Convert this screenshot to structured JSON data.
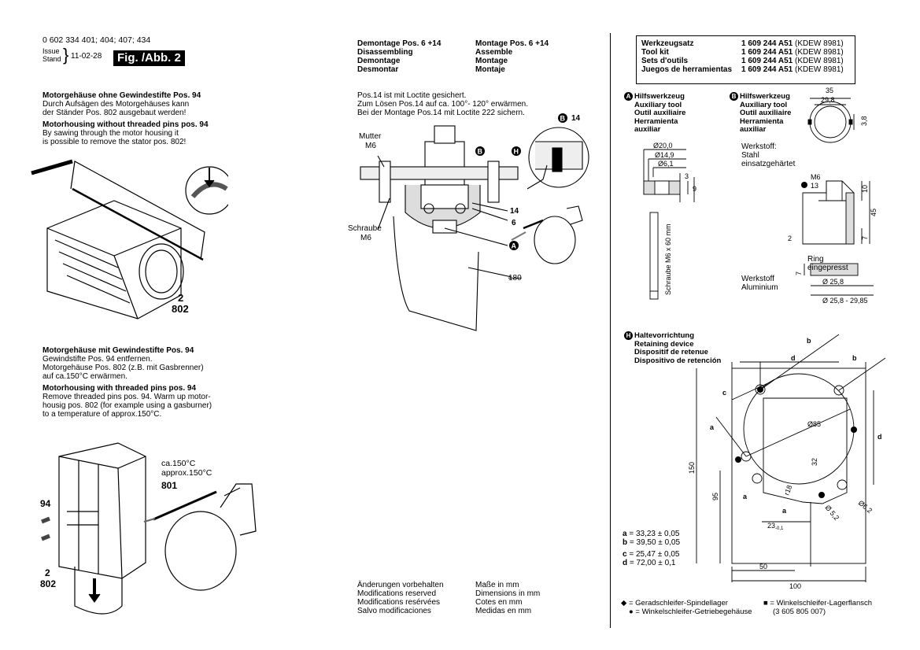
{
  "header": {
    "part_numbers": "0 602 334 401; 404; 407; 434",
    "issue_label": "Issue",
    "stand_label": "Stand",
    "date": "11-02-28",
    "figure": "Fig. /Abb. 2"
  },
  "col1": {
    "sec1_title_de": "Motorgehäuse ohne Gewindestifte Pos. 94",
    "sec1_text_de": [
      "Durch Aufsägen des Motorgehäuses kann",
      "der Ständer Pos. 802 ausgebaut werden!"
    ],
    "sec1_title_en": "Motorhousing without threaded pins pos. 94",
    "sec1_text_en": [
      "By sawing through the motor housing it",
      "is possible to remove the stator pos. 802!"
    ],
    "img1_labels": [
      "2",
      "802"
    ],
    "sec2_title_de": "Motorgehäuse mit Gewindestifte Pos. 94",
    "sec2_text_de": [
      "Gewindstifte Pos. 94 entfernen.",
      "Motorgehäuse Pos. 802 (z.B. mit Gasbrenner)",
      "auf ca.150°C erwärmen."
    ],
    "sec2_title_en": "Motorhousing with threaded pins pos. 94",
    "sec2_text_en": [
      "Remove threaded pins pos. 94. Warm up motor-",
      "housig pos. 802 (for example using a gasburner)",
      "to a temperature of approx.150°C."
    ],
    "img2_temp_de": "ca.150°C",
    "img2_temp_en": "approx.150°C",
    "img2_labels": [
      "801",
      "94",
      "2",
      "802"
    ]
  },
  "col2": {
    "head_left": [
      "Demontage Pos. 6 +14",
      "Disassembling",
      "Demontage",
      "Desmontar"
    ],
    "head_right": [
      "Montage Pos. 6 +14",
      "Assemble",
      "Montage",
      "Montaje"
    ],
    "note": [
      "Pos.14 ist mit Loctite gesichert.",
      "Zum Lösen Pos.14 auf ca. 100°- 120° erwärmen.",
      "Bei der Montage Pos.14 mit Loctite 222 sichern."
    ],
    "labels": {
      "mutter": "Mutter",
      "m6a": "M6",
      "schraube": "Schraube",
      "m6b": "M6",
      "n14a": "14",
      "n14b": "14",
      "n6": "6",
      "n180": "180",
      "B": "B",
      "H": "H",
      "A": "A"
    },
    "footer_left": [
      "Änderungen vorbehalten",
      "Modifications reserved",
      "Modifications resérvées",
      "Salvo modificaciones"
    ],
    "footer_right": [
      "Maße in mm",
      "Dimensions in mm",
      "Cotes en mm",
      "Medidas en mm"
    ]
  },
  "col3": {
    "toolkit": [
      {
        "name": "Werkzeugsatz",
        "num": "1 609 244 A51",
        "code": "(KDEW 8981)"
      },
      {
        "name": "Tool kit",
        "num": "1 609 244 A51",
        "code": "(KDEW 8981)"
      },
      {
        "name": "Sets d'outils",
        "num": "1 609 244 A51",
        "code": "(KDEW 8981)"
      },
      {
        "name": "Juegos de herramientas",
        "num": "1 609 244 A51",
        "code": "(KDEW 8981)"
      }
    ],
    "toolA": {
      "badge": "A",
      "lines": [
        "Hilfswerkzeug",
        "Auxiliary tool",
        "Outil auxiliaire",
        "Herramienta",
        "auxiliar"
      ]
    },
    "toolB": {
      "badge": "B",
      "lines": [
        "Hilfswerkzeug",
        "Auxiliary tool",
        "Outil auxiliaire",
        "Herramienta",
        "auxiliar"
      ]
    },
    "dimsA": {
      "d20": "Ø20,0",
      "d149": "Ø14,9",
      "d61": "Ø6,1",
      "h3": "3",
      "h9": "9",
      "screw": "Schraube M6 x 60 mm"
    },
    "dimsB": {
      "w35": "35",
      "w298": "29,8",
      "h38": "3,8",
      "m6": "M6",
      "n13": "13",
      "h10": "10",
      "h45": "45",
      "h7": "7",
      "h2": "2"
    },
    "werkstoff": [
      "Werkstoff:",
      "Stahl",
      "einsatzgehärtet"
    ],
    "ring": [
      "Ring",
      "eingepresst"
    ],
    "werkstoff2": [
      "Werkstoff",
      "Aluminium"
    ],
    "ring_dims": {
      "h7": "7",
      "d258": "Ø 25,8",
      "d258_2985": "Ø 25,8 - 29,85"
    },
    "toolH": {
      "badge": "H",
      "lines": [
        "Haltevorrichtung",
        "Retaining device",
        "Dispositif de retenue",
        "Dispositivo de retención"
      ]
    },
    "plate": {
      "b1": "b",
      "b2": "b",
      "d1": "d",
      "d2": "d",
      "c": "c",
      "a1": "a",
      "a2": "a",
      "a3": "a",
      "d85": "Ø85",
      "n32": "32",
      "r18": "r18",
      "d52": "Ø 5,2",
      "d62": "Ø6,2",
      "n23": "23",
      "n23sub": "-0,1",
      "n150": "150",
      "n95": "95",
      "n50": "50",
      "n100": "100"
    },
    "tolerances": [
      {
        "k": "a",
        "v": " = 33,23 ± 0,05"
      },
      {
        "k": "b",
        "v": " = 39,50 ± 0,05"
      },
      {
        "k": "c",
        "v": " = 25,47 ± 0,05"
      },
      {
        "k": "d",
        "v": " = 72,00 ± 0,1"
      }
    ],
    "legend1": "= Geradschleifer-Spindellager",
    "legend2": "= Winkelschleifer-Getriebegehäuse",
    "legend3": "= Winkelschleifer-Lagerflansch",
    "legend4": "(3 605 805 007)"
  }
}
